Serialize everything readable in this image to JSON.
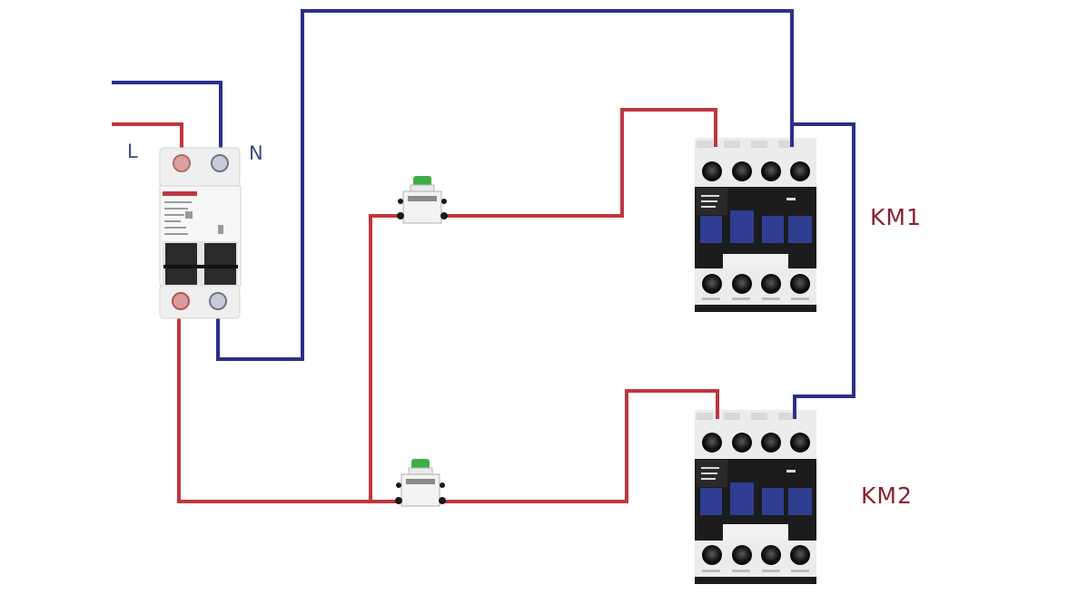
{
  "labels": {
    "line": "L",
    "neutral": "N",
    "contactor_1": "KM1",
    "contactor_2": "KM2"
  },
  "colors": {
    "line_wire": "#c0363f",
    "neutral_wire": "#2a2f8a",
    "contactor_blue": "#2f3e90",
    "button_green": "#3fae49",
    "label_dark_red": "#8a2030",
    "label_blue": "#3a4a86"
  }
}
